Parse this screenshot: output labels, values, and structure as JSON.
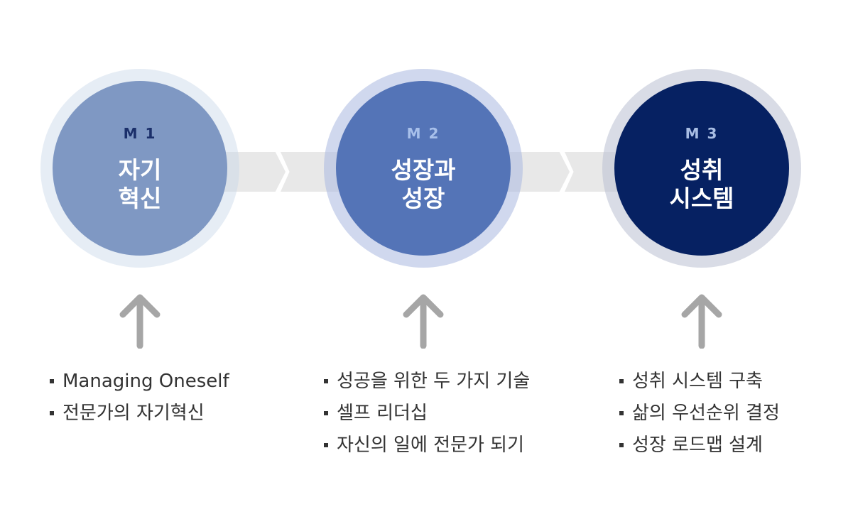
{
  "stages": [
    {
      "code": "M 1",
      "title_lines": [
        "자기",
        "혁신"
      ],
      "items": [
        "Managing Oneself",
        "전문가의 자기혁신"
      ]
    },
    {
      "code": "M 2",
      "title_lines": [
        "성장과",
        "성장"
      ],
      "items": [
        "성공을 위한 두 가지 기술",
        "셀프 리더십",
        "자신의 일에 전문가 되기"
      ]
    },
    {
      "code": "M 3",
      "title_lines": [
        "성취",
        "시스템"
      ],
      "items": [
        "성취 시스템 구축",
        "삶의 우선순위 결정",
        "성장 로드맵 설계"
      ]
    }
  ],
  "colors": {
    "stage1": "#7f98c3",
    "stage2": "#5474b7",
    "stage3": "#062162",
    "connector": "#e8e8e8",
    "arrow": "#a6a6a6"
  },
  "icons": [
    "chevron-right-icon",
    "arrow-up-icon"
  ]
}
